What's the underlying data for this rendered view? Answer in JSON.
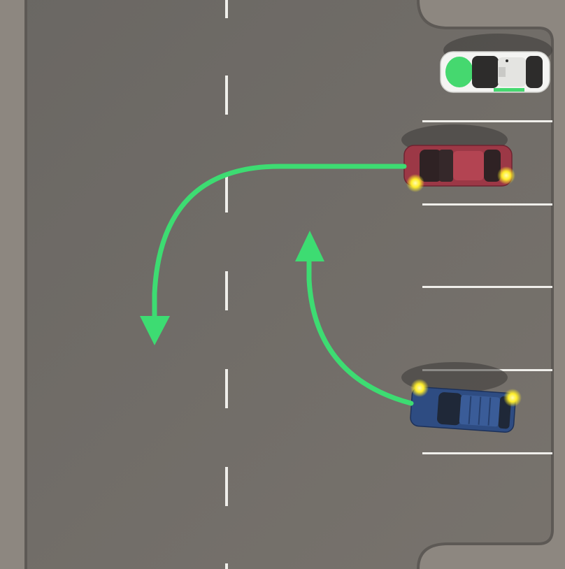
{
  "colors": {
    "road": "#6d6a66",
    "sidewalk": "#8d8780",
    "curb_line": "#5e5a56",
    "lane_marking": "#f2f2ee",
    "arrow": "#3ddc72",
    "indicator": "#ffee2a"
  },
  "cars": [
    {
      "id": "police-car",
      "color": "#f4f4f2",
      "accent": "#45d86f",
      "indicators": "off"
    },
    {
      "id": "red-car",
      "color": "#9c3846",
      "indicators": "on"
    },
    {
      "id": "blue-car",
      "color": "#2e4c82",
      "indicators": "on"
    }
  ],
  "paths": [
    {
      "id": "red-car-exit",
      "direction": "left-then-down"
    },
    {
      "id": "blue-car-exit",
      "direction": "up"
    }
  ]
}
